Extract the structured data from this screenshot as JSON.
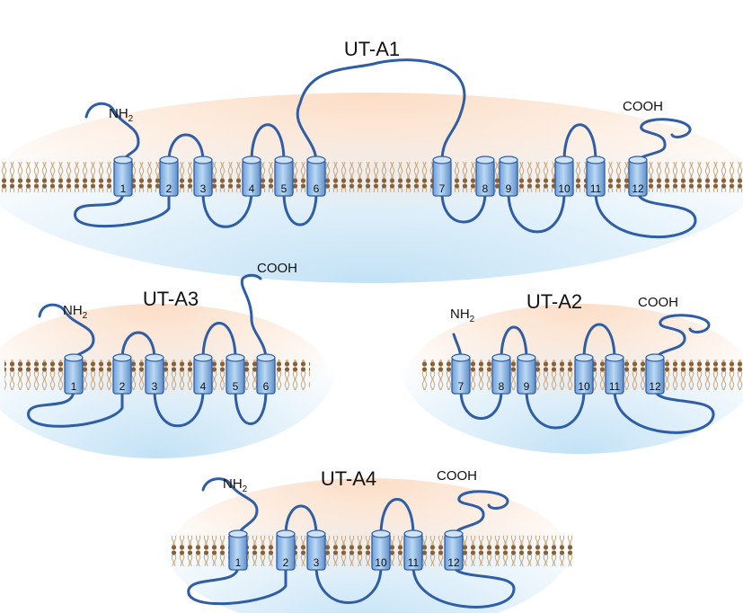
{
  "diagrams": [
    {
      "title": "UT-A1",
      "n_term": "NH",
      "n_term_sub": "2",
      "c_term": "COOH",
      "helices": [
        "1",
        "2",
        "3",
        "4",
        "5",
        "6",
        "7",
        "8",
        "9",
        "10",
        "11",
        "12"
      ]
    },
    {
      "title": "UT-A3",
      "n_term": "NH",
      "n_term_sub": "2",
      "c_term": "COOH",
      "helices": [
        "1",
        "2",
        "3",
        "4",
        "5",
        "6"
      ]
    },
    {
      "title": "UT-A2",
      "n_term": "NH",
      "n_term_sub": "2",
      "c_term": "COOH",
      "helices": [
        "7",
        "8",
        "9",
        "10",
        "11",
        "12"
      ]
    },
    {
      "title": "UT-A4",
      "n_term": "NH",
      "n_term_sub": "2",
      "c_term": "COOH",
      "helices": [
        "1",
        "2",
        "3",
        "10",
        "11",
        "12"
      ]
    }
  ],
  "colors": {
    "chain": "#2f5da6",
    "lipid_head": "#8a6034",
    "lipid_tail": "#c9a77e",
    "helix_fill": "#a9cdf0",
    "extracellular_glow": "#bfe0f5",
    "intracellular_glow": "#fbd9bf"
  }
}
